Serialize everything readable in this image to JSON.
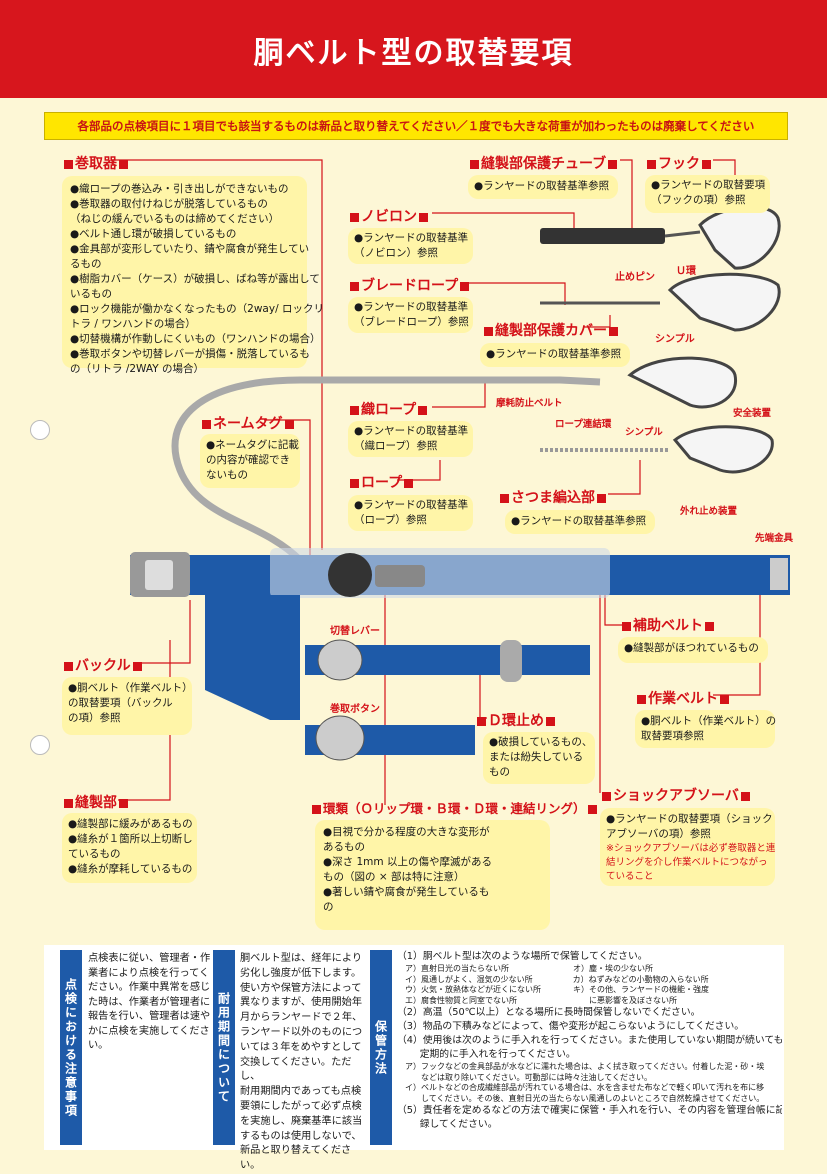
{
  "title": "胴ベルト型の取替要項",
  "notice": "各部品の点検項目に１項目でも該当するものは新品と取り替えてください／１度でも大きな荷重が加わったものは廃棄してください",
  "sections": {
    "makitori": {
      "title": "巻取器",
      "items": [
        "●織ロープの巻込み・引き出しができないもの",
        "●巻取器の取付けねじが脱落しているもの",
        "（ねじの緩んでいるものは締めてください）",
        "●ベルト通し環が破損しているもの",
        "●金具部が変形していたり、錆や腐食が発生してい",
        "るもの",
        "●樹脂カバー（ケース）が破損し、ばね等が露出して",
        "いるもの",
        "●ロック機能が働かなくなったもの（2way/ ロックリ",
        "トラ / ワンハンドの場合）",
        "●切替機構が作動しにくいもの（ワンハンドの場合）",
        "●巻取ボタンや切替レバーが損傷・脱落しているも",
        "の（リトラ /2WAY の場合）"
      ]
    },
    "nametag": {
      "title": "ネームタグ",
      "items": [
        "●ネームタグに記載",
        "の内容が確認でき",
        "ないもの"
      ]
    },
    "buckle": {
      "title": "バックル",
      "items": [
        "●胴ベルト（作業ベルト）",
        "の取替要項（バックル",
        "の項）参照"
      ]
    },
    "housei": {
      "title": "縫製部",
      "items": [
        "●縫製部に緩みがあるもの",
        "●縫糸が１箇所以上切断し",
        "ているもの",
        "●縫糸が摩耗しているもの"
      ]
    },
    "tube": {
      "title": "縫製部保護チューブ",
      "items": [
        "●ランヤードの取替基準参照"
      ]
    },
    "hook": {
      "title": "フック",
      "items": [
        "●ランヤードの取替要項",
        "（フックの項）参照"
      ]
    },
    "nobiron": {
      "title": "ノビロン",
      "items": [
        "●ランヤードの取替基準",
        "（ノビロン）参照"
      ]
    },
    "braid": {
      "title": "ブレードロープ",
      "items": [
        "●ランヤードの取替基準",
        "（ブレードロープ）参照"
      ]
    },
    "cover": {
      "title": "縫製部保護カバー",
      "items": [
        "●ランヤードの取替基準参照"
      ]
    },
    "orirope": {
      "title": "織ロープ",
      "items": [
        "●ランヤードの取替基準",
        "（織ロープ）参照"
      ]
    },
    "rope": {
      "title": "ロープ",
      "items": [
        "●ランヤードの取替基準",
        "（ロープ）参照"
      ]
    },
    "satsuma": {
      "title": "さつま編込部",
      "items": [
        "●ランヤードの取替基準参照"
      ]
    },
    "hojo": {
      "title": "補助ベルト",
      "items": [
        "●縫製部がほつれているもの"
      ]
    },
    "sagyo": {
      "title": "作業ベルト",
      "items": [
        "●胴ベルト（作業ベルト）の",
        "取替要項参照"
      ]
    },
    "dkan": {
      "title": "Ｄ環止め",
      "items": [
        "●破損しているもの、",
        "または紛失している",
        "もの"
      ]
    },
    "shock": {
      "title": "ショックアブソーバ",
      "items": [
        "●ランヤードの取替要項（ショック",
        "アブソーバの項）参照"
      ],
      "note": [
        "※ショックアブソーバは必ず巻取器と連",
        "結リングを介し作業ベルトにつながっ",
        "ていること"
      ]
    },
    "kanrui": {
      "title": "環類（Ｏリップ環・Ｂ環・Ｄ環・連結リング）",
      "items": [
        "●目視で分かる程度の大きな変形が",
        "あるもの",
        "●深さ 1mm 以上の傷や摩滅がある",
        "もの（図の × 部は特に注意）",
        "●著しい錆や腐食が発生しているも",
        "の"
      ]
    }
  },
  "labels": {
    "u_kan": "Ｕ環",
    "tomepin": "止めピン",
    "simple1": "シンプル",
    "simple2": "シンプル",
    "maseki": "摩耗防止ベルト",
    "rope_renketsu": "ロープ連結環",
    "anzen": "安全装置",
    "hazure": "外れ止め装置",
    "sentan": "先端金具",
    "kirikae": "切替レバー",
    "makitori_button": "巻取ボタン"
  },
  "bottom": {
    "inspection": {
      "header": "点検における注意事項",
      "lines": [
        "点検表に従い、管理者・作",
        "業者により点検を行ってく",
        "ださい。作業中異常を感じ",
        "た時は、作業者が管理者に",
        "報告を行い、管理者は速や",
        "かに点検を実施してくださ",
        "い。"
      ]
    },
    "lifetime": {
      "header": "耐用期間について",
      "lines": [
        "胴ベルト型は、経年により",
        "劣化し強度が低下します。",
        "使い方や保管方法によって",
        "異なりますが、使用開始年",
        "月からランヤードで２年、",
        "ランヤード以外のものにつ",
        "いては３年をめやすとして",
        "交換してください。ただし、",
        "耐用期間内であっても点検",
        "要領にしたがって必ず点検",
        "を実施し、廃棄基準に該当",
        "するものは使用しないで、",
        "新品と取り替えてください。"
      ]
    },
    "storage": {
      "header": "保管方法",
      "lines": [
        {
          "t": "（1）胴ベルト型は次のような場所で保管してください。",
          "s": false
        },
        {
          "t": "ア）直射日光の当たらない所　　　　　　　　オ）塵・埃の少ない所",
          "s": true
        },
        {
          "t": "イ）風通しがよく、湿気の少ない所　　　　　カ）ねずみなどの小動物の入らない所",
          "s": true
        },
        {
          "t": "ウ）火気・放熱体などが近くにない所　　　　キ）その他、ランヤードの機能・強度",
          "s": true
        },
        {
          "t": "エ）腐食性物質と同室でない所　　　　　　　　　に悪影響を及ぼさない所",
          "s": true
        },
        {
          "t": "（2）高温（50℃以上）となる場所に長時間保管しないでください。",
          "s": false
        },
        {
          "t": "（3）物品の下積みなどによって、傷や変形が起こらないようにしてください。",
          "s": false
        },
        {
          "t": "（4）使用後は次のように手入れを行ってください。また使用していない期間が続いても",
          "s": false
        },
        {
          "t": "　　 定期的に手入れを行ってください。",
          "s": false
        },
        {
          "t": "ア）フックなどの金具部品が水などに濡れた場合は、よく拭き取ってください。付着した泥・砂・埃",
          "s": true
        },
        {
          "t": "　　などは取り除いてください。可動部には時々注油してください。",
          "s": true
        },
        {
          "t": "イ）ベルトなどの合成繊維部品が汚れている場合は、水を含ませた布などで軽く叩いて汚れを布に移",
          "s": true
        },
        {
          "t": "　　してください。その後、直射日光の当たらない風通しのよいところで自然乾燥させてください。",
          "s": true
        },
        {
          "t": "（5）責任者を定めるなどの方法で確実に保管・手入れを行い、その内容を管理台帳に記",
          "s": false
        },
        {
          "t": "　　 録してください。",
          "s": false
        }
      ]
    }
  },
  "colors": {
    "red": "#d41219",
    "yellow": "#ffe600",
    "blue": "#1e5aa8",
    "box": "#fff5a8",
    "bg": "#fdf7d6"
  }
}
